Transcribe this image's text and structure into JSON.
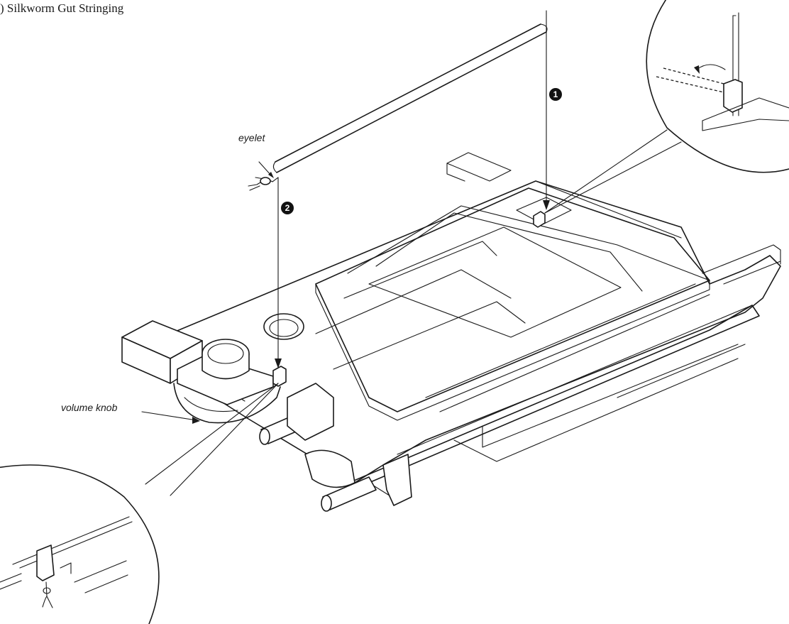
{
  "figure": {
    "title": ") Silkworm Gut Stringing",
    "labels": {
      "eyelet": "eyelet",
      "volume_knob": "volume knob"
    },
    "steps": [
      "1",
      "2"
    ],
    "colors": {
      "ink": "#1a1a1a",
      "paper": "#ffffff"
    }
  }
}
